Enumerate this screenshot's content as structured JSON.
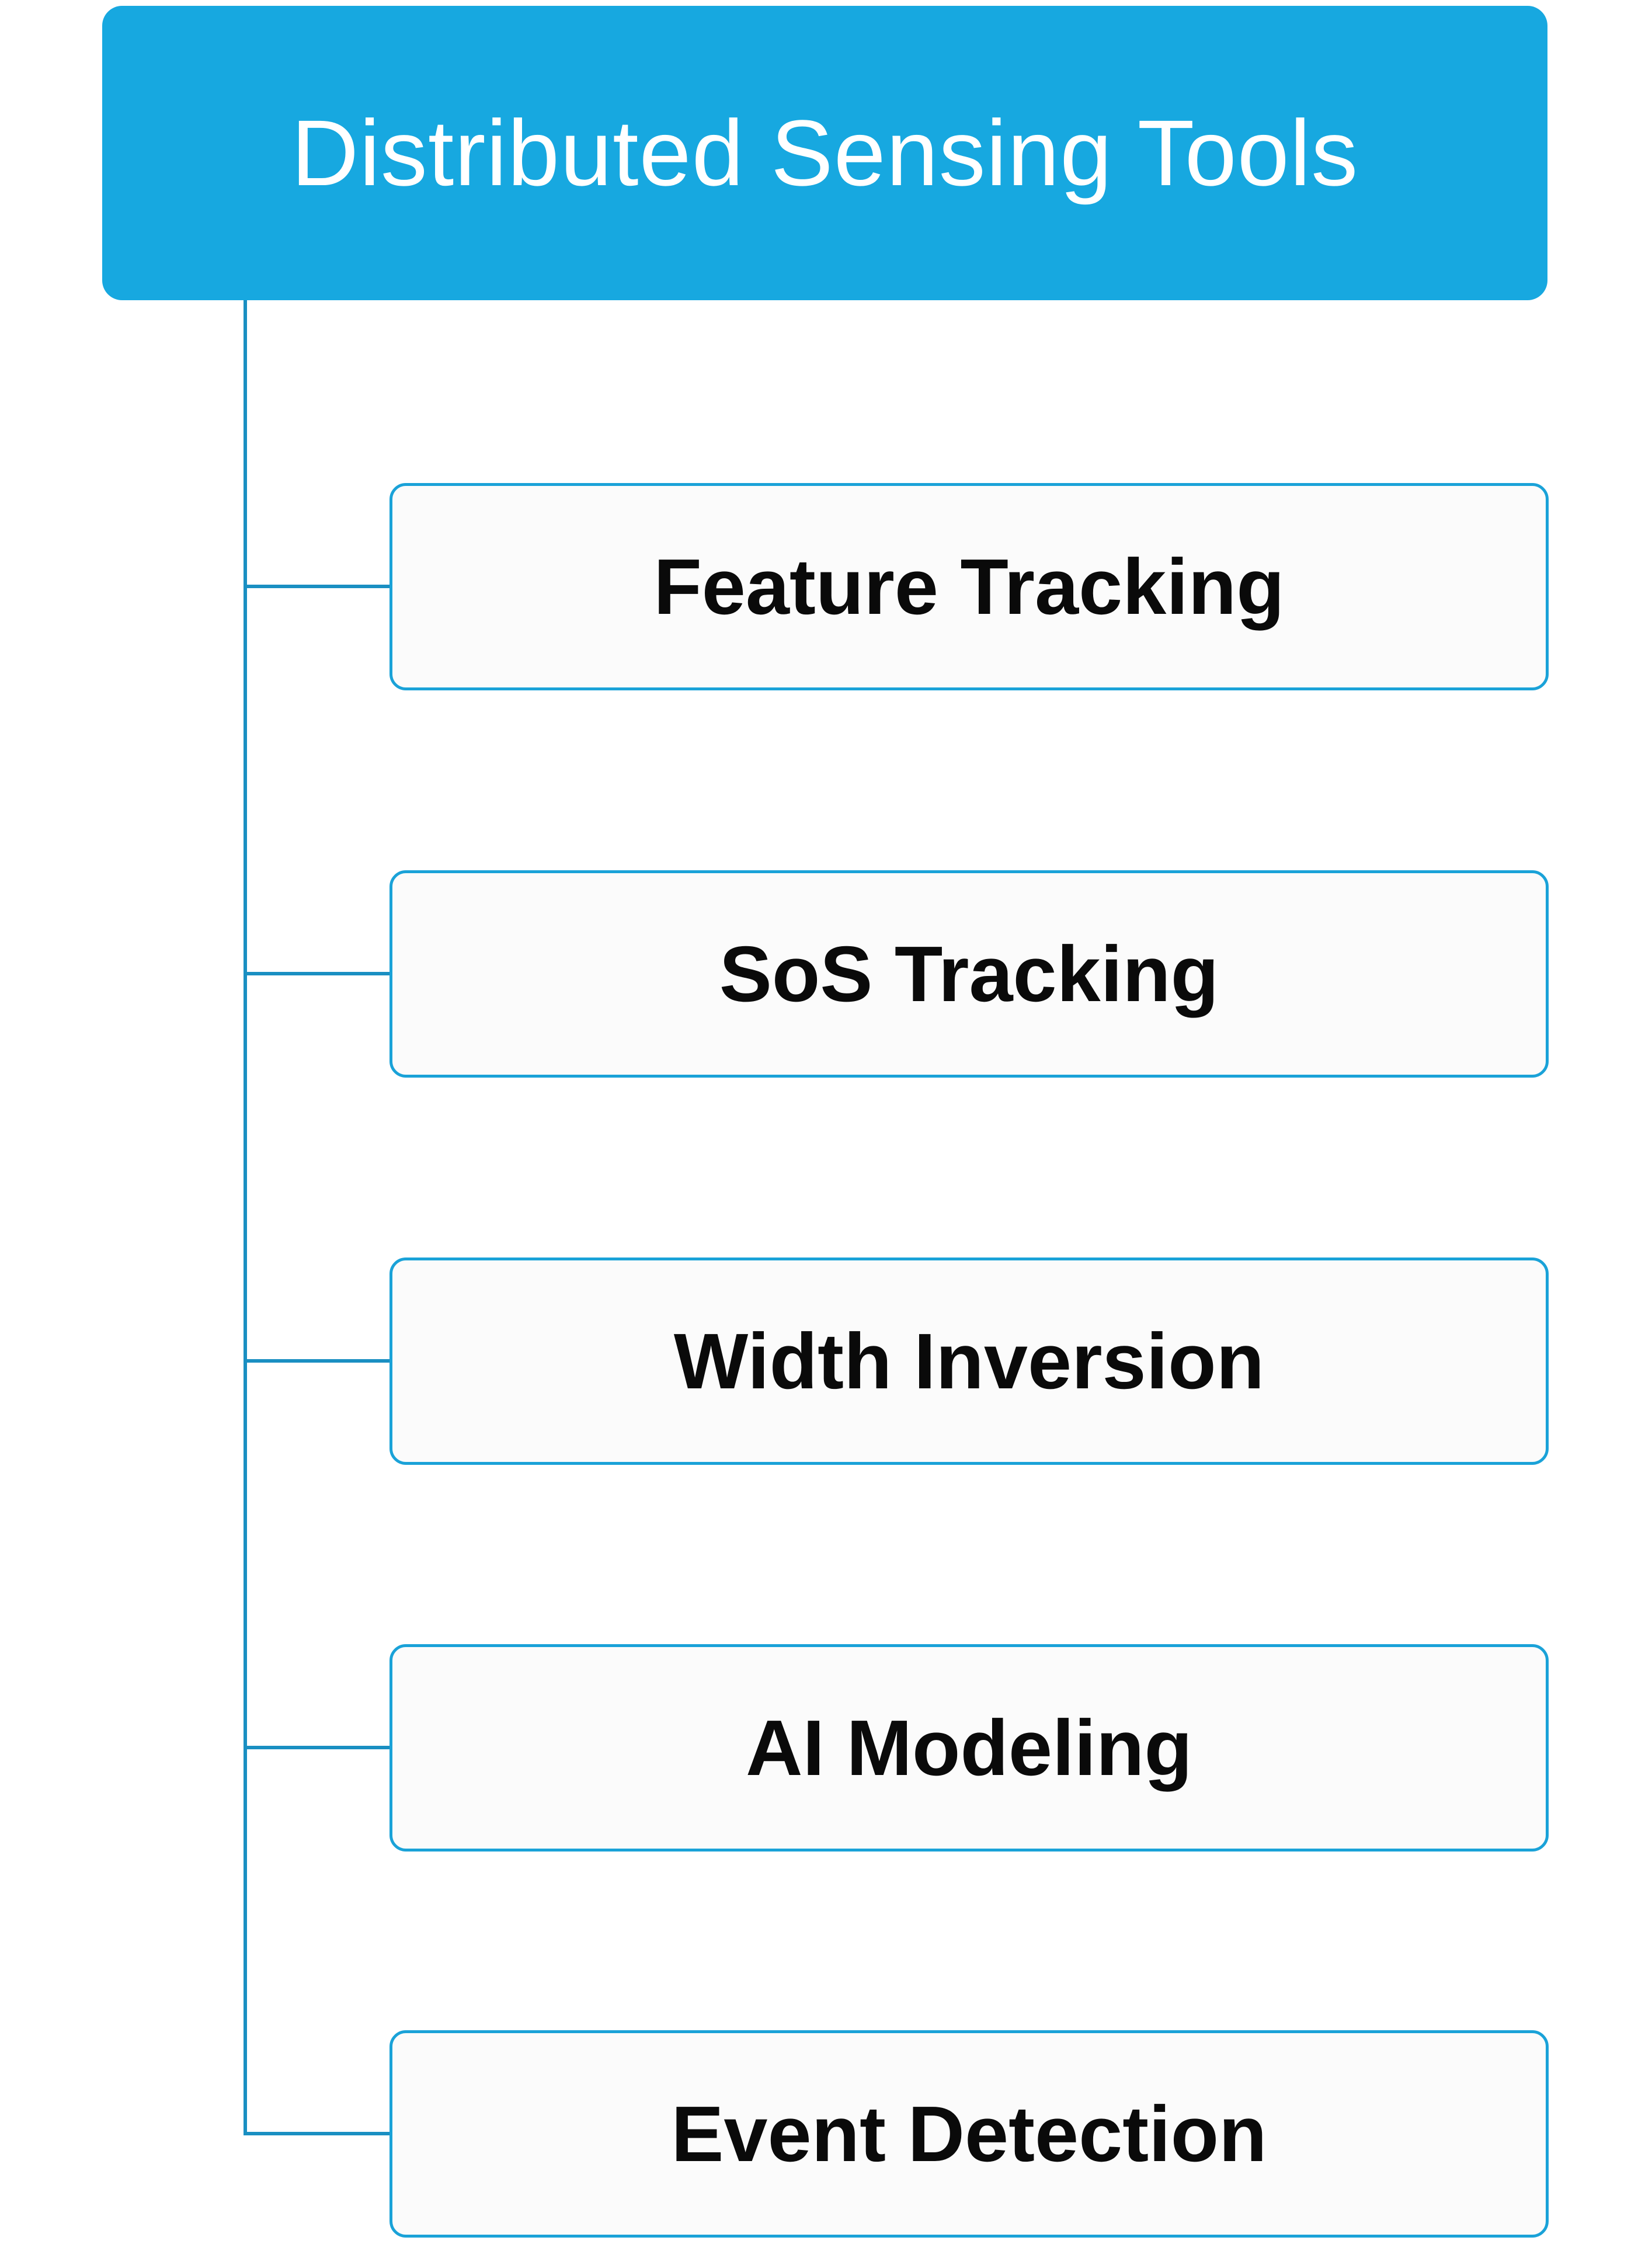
{
  "diagram": {
    "root": {
      "label": "Distributed Sensing Tools",
      "color": "#17a8e0"
    },
    "children": [
      {
        "label": "Feature Tracking"
      },
      {
        "label": "SoS Tracking"
      },
      {
        "label": "Width Inversion"
      },
      {
        "label": "AI Modeling"
      },
      {
        "label": "Event Detection"
      }
    ],
    "connector_color": "#1a8fc2",
    "child_border_color": "#1aa2d8"
  }
}
